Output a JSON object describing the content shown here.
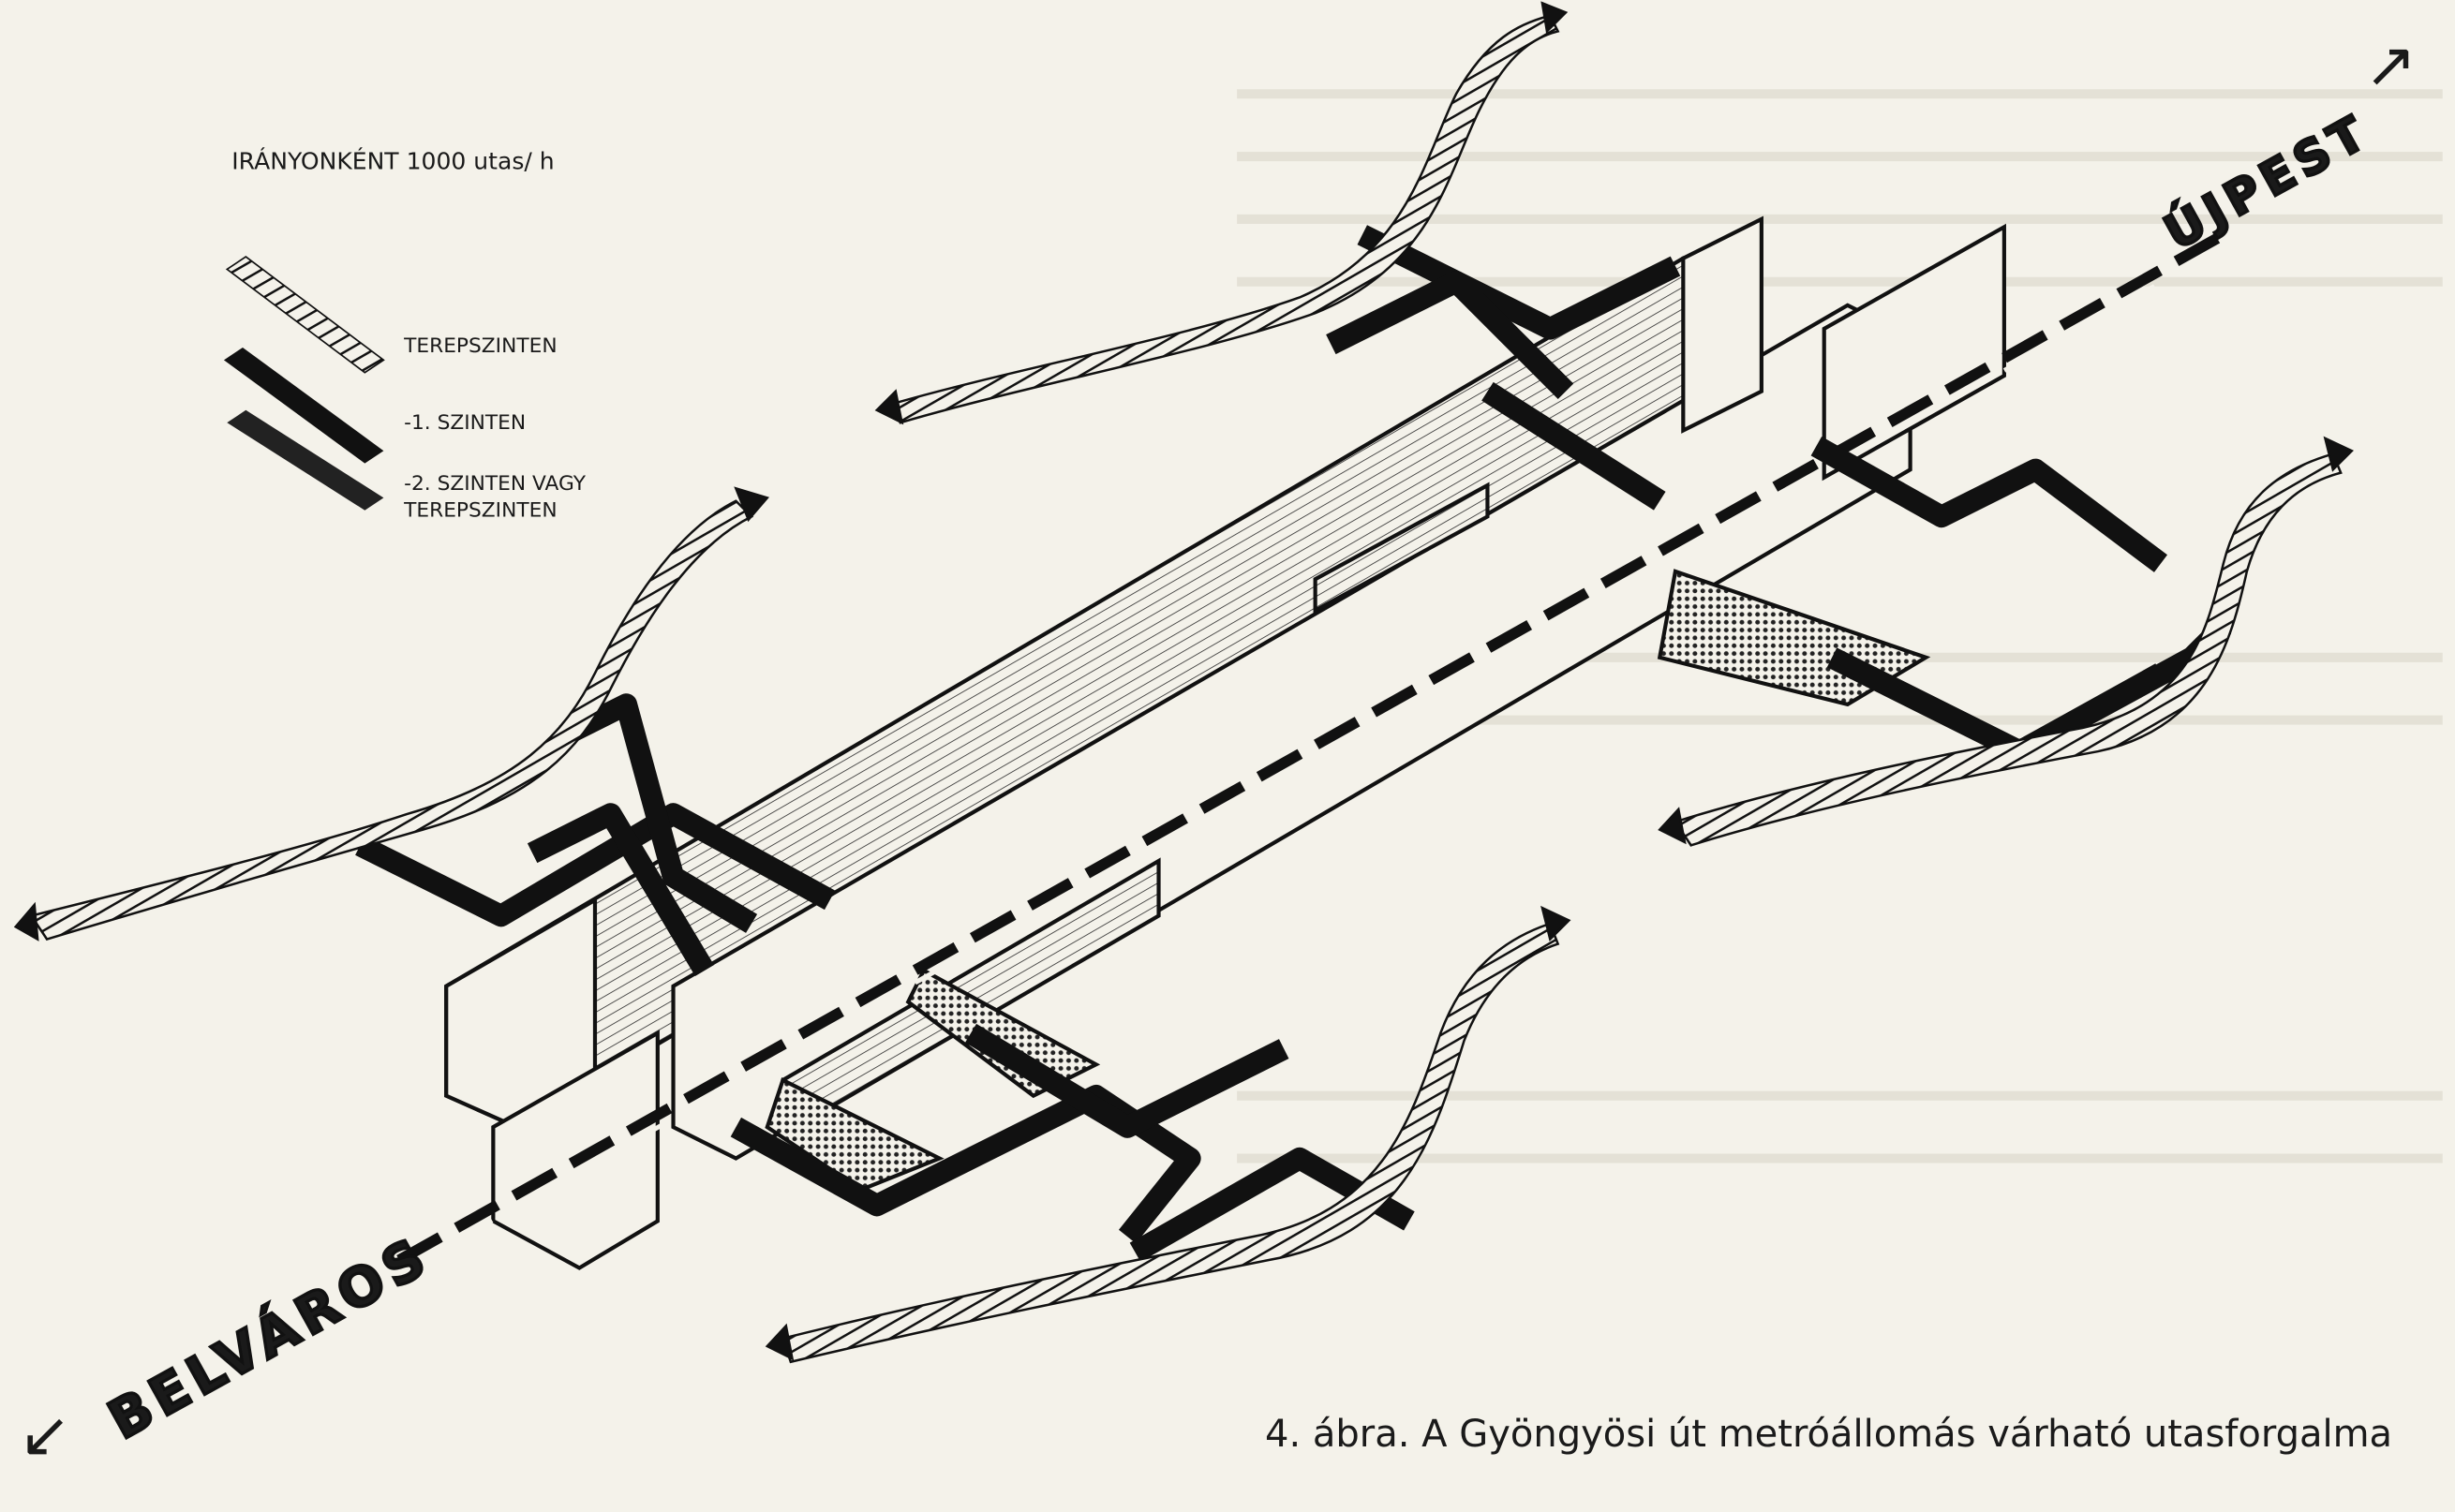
{
  "legend": {
    "title": "IRÁNYONKÉNT 1000 utas/ h",
    "items": [
      {
        "pattern": "hatched",
        "label": "TEREPSZINTEN"
      },
      {
        "pattern": "solid-black",
        "label": "-1. SZINTEN"
      },
      {
        "pattern": "solid-black-speckled",
        "label": "-2. SZINTEN VAGY",
        "label2": "TEREPSZINTEN"
      }
    ]
  },
  "directions": {
    "southwest": "BELVÁROS",
    "northeast": "ÚJPEST"
  },
  "caption": "4. ábra. A Gyöngyösi út metróállomás várható utasforgalma",
  "colors": {
    "paper": "#f4f2ea",
    "ink": "#111111"
  }
}
